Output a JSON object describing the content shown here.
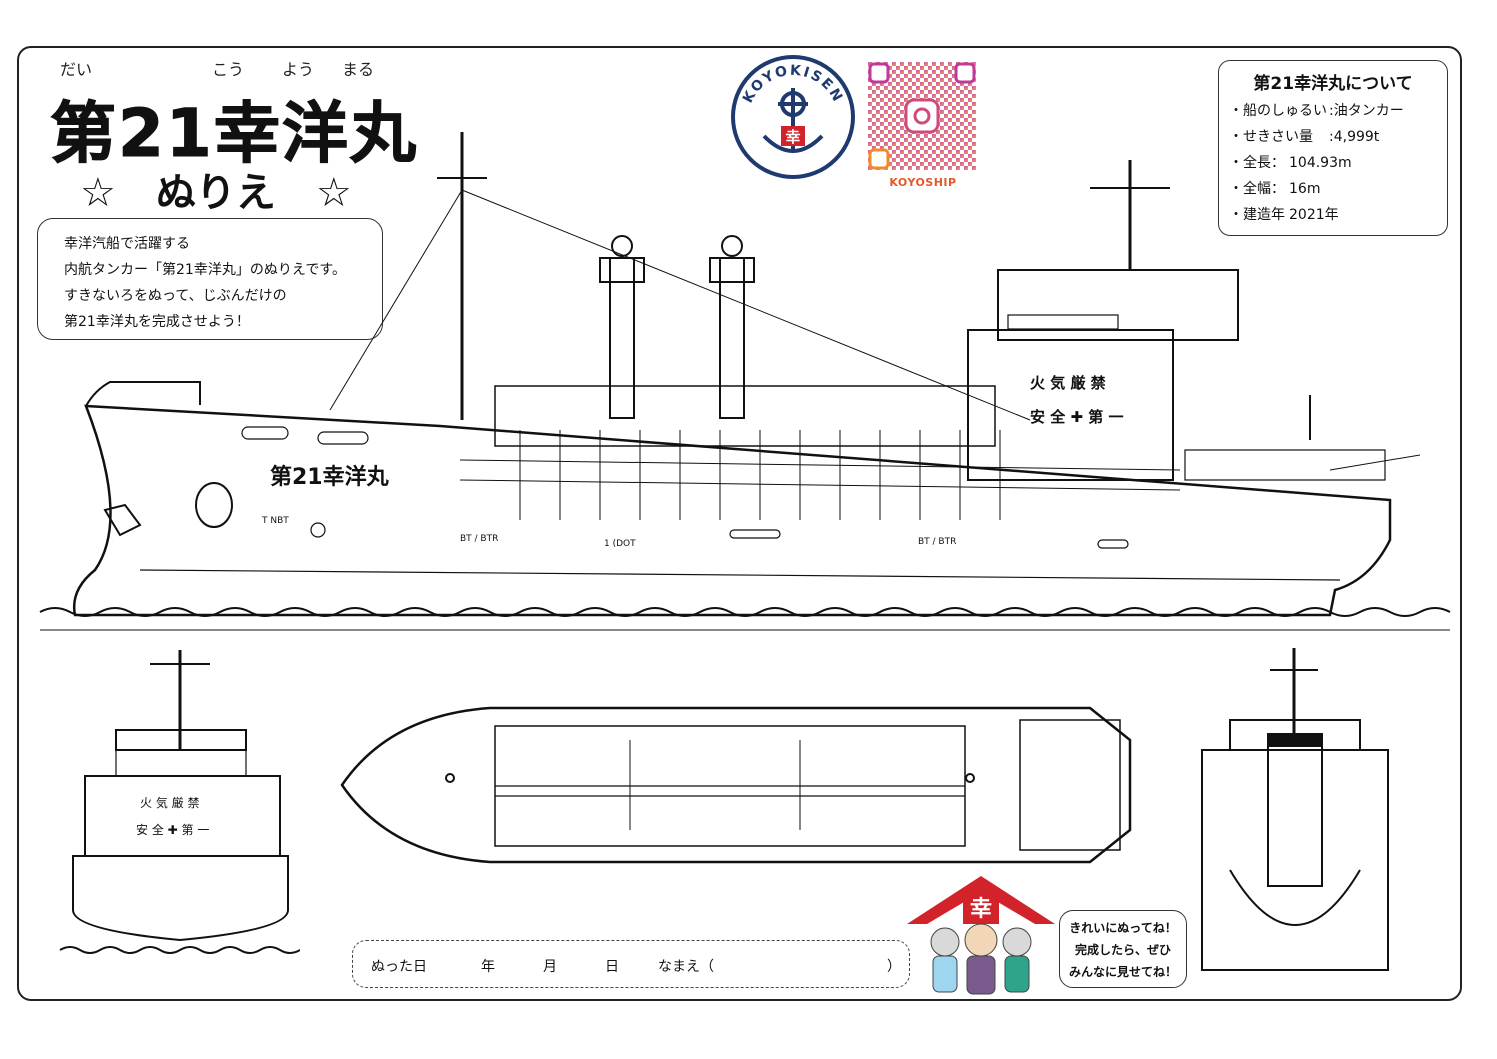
{
  "ruby": {
    "dai": "だい",
    "kou": "こう",
    "you": "よう",
    "maru": "まる"
  },
  "title": "第21幸洋丸",
  "subtitle": "☆　ぬりえ　☆",
  "intro": {
    "lines": [
      "幸洋汽船で活躍する",
      "内航タンカー「第21幸洋丸」のぬりえです。",
      "すきないろをぬって、じぶんだけの",
      "第21幸洋丸を完成させよう！"
    ]
  },
  "logo": {
    "text": "KOYOKISEN",
    "emblem": "幸",
    "icon": "anchor-helm-icon"
  },
  "qr": {
    "label": "KOYOSHIP",
    "icon": "instagram-icon"
  },
  "info": {
    "heading": "第21幸洋丸について",
    "rows": [
      {
        "label": "・船のしゅるい",
        "value": ":油タンカー"
      },
      {
        "label": "・せきさい量",
        "value": ":4,999t"
      },
      {
        "label": "・全長：",
        "value": "104.93m"
      },
      {
        "label": "・全幅：",
        "value": "16m"
      },
      {
        "label": "・建造年",
        "value": "2021年"
      }
    ]
  },
  "ship": {
    "hull_name": "第21幸洋丸",
    "markings": [
      "T NBT",
      "BT / BTR",
      "1 (DOT",
      "BT / BTR"
    ],
    "bridge_signs": [
      "火 気 厳 禁",
      "安 全 ✚ 第 一"
    ]
  },
  "form": {
    "date": "ぬった日",
    "year": "年",
    "month": "月",
    "day": "日",
    "name": "なまえ（",
    "close": "）"
  },
  "bubble": {
    "lines": [
      "きれいにぬってね！",
      "完成したら、ぜひ",
      "みんなに見せてね！"
    ]
  },
  "house": {
    "emblem": "幸"
  },
  "colors": {
    "logo_navy": "#1e3a6e",
    "logo_red": "#d2232a",
    "roof_red": "#d2232a",
    "qr_orange": "#e05a2b"
  }
}
